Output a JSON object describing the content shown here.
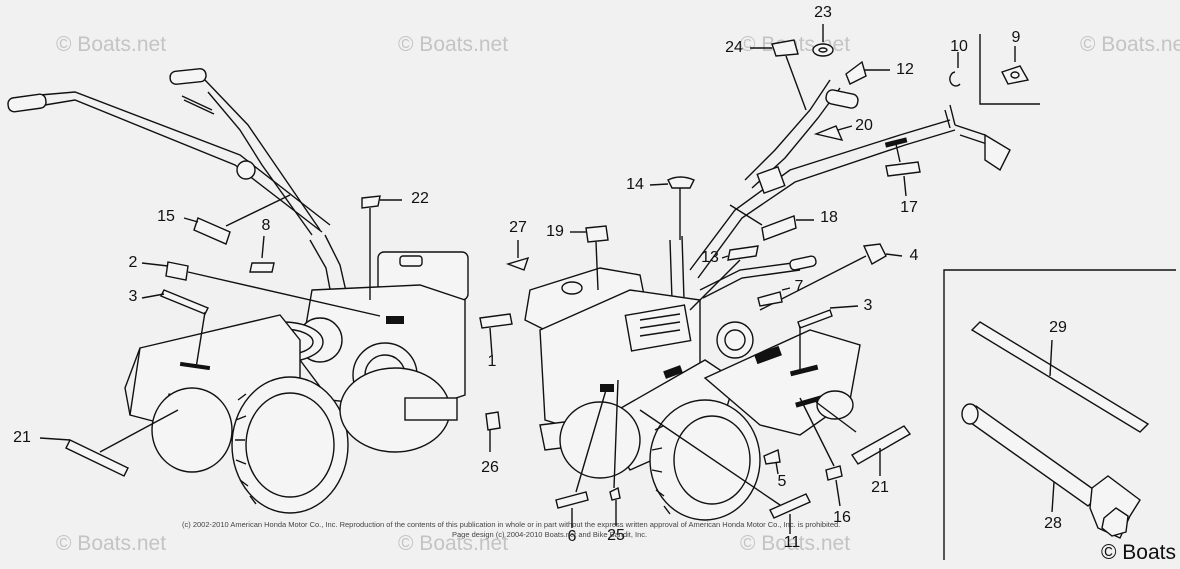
{
  "watermark": "© Boats.net",
  "brand": "© Boats",
  "copyright_lines": [
    "(c) 2002-2010 American Honda Motor Co., Inc. Reproduction of the contents of this publication in whole or in part without the express written approval of American Honda Motor Co., Inc. is prohibited.",
    "Page design (c) 2004-2010 Boats.net and Bike Bandit, Inc."
  ],
  "callouts": [
    "1",
    "2",
    "3",
    "3",
    "4",
    "5",
    "6",
    "7",
    "8",
    "9",
    "10",
    "11",
    "12",
    "13",
    "14",
    "15",
    "16",
    "17",
    "18",
    "19",
    "20",
    "21",
    "21",
    "22",
    "23",
    "24",
    "25",
    "26",
    "27",
    "28",
    "29"
  ],
  "colors": {
    "background": "#f1f1f1",
    "ink": "#111111",
    "watermark": "#c4c4c4"
  }
}
